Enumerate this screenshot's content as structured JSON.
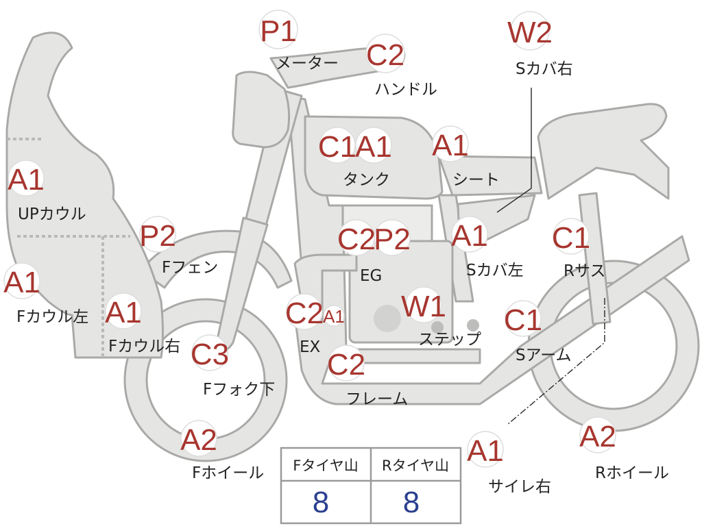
{
  "parts": [
    {
      "key": "meter",
      "grades": [
        "P1"
      ],
      "label": "メーター"
    },
    {
      "key": "handle",
      "grades": [
        "C2"
      ],
      "label": "ハンドル"
    },
    {
      "key": "s-cover-right",
      "grades": [
        "W2"
      ],
      "label": "Sカバ右"
    },
    {
      "key": "tank",
      "grades": [
        "C1",
        "A1"
      ],
      "label": "タンク"
    },
    {
      "key": "seat",
      "grades": [
        "A1"
      ],
      "label": "シート"
    },
    {
      "key": "up-cowl",
      "grades": [
        "A1"
      ],
      "label": "UPカウル"
    },
    {
      "key": "f-fender",
      "grades": [
        "P2"
      ],
      "label": "Fフェン"
    },
    {
      "key": "engine",
      "grades": [
        "C2",
        "P2"
      ],
      "label": "EG"
    },
    {
      "key": "s-cover-left",
      "grades": [
        "A1"
      ],
      "label": "Sカバ左"
    },
    {
      "key": "r-suspension",
      "grades": [
        "C1"
      ],
      "label": "Rサス"
    },
    {
      "key": "f-cowl-left",
      "grades": [
        "A1"
      ],
      "label": "Fカウル左"
    },
    {
      "key": "f-cowl-right",
      "grades": [
        "A1"
      ],
      "label": "Fカウル右"
    },
    {
      "key": "exhaust",
      "grades": [
        "C2",
        "A1"
      ],
      "label": "EX"
    },
    {
      "key": "step",
      "grades": [
        "W1"
      ],
      "label": "ステップ"
    },
    {
      "key": "s-arm",
      "grades": [
        "C1"
      ],
      "label": "Sアーム"
    },
    {
      "key": "f-fork-lower",
      "grades": [
        "C3"
      ],
      "label": "Fフォク下"
    },
    {
      "key": "frame",
      "grades": [
        "C2"
      ],
      "label": "フレーム"
    },
    {
      "key": "f-wheel",
      "grades": [
        "A2"
      ],
      "label": "Fホイール"
    },
    {
      "key": "silencer-right",
      "grades": [
        "A1"
      ],
      "label": "サイレ右"
    },
    {
      "key": "r-wheel",
      "grades": [
        "A2"
      ],
      "label": "Rホイール"
    }
  ],
  "tire_table": {
    "headers": [
      "Fタイヤ山",
      "Rタイヤ山"
    ],
    "values": [
      "8",
      "8"
    ]
  },
  "colors": {
    "grade_text": "#a7362f",
    "tire_value_text": "#2a3f8f",
    "part_fill": "#e5e5e3",
    "part_outline": "#a9a9a7"
  }
}
